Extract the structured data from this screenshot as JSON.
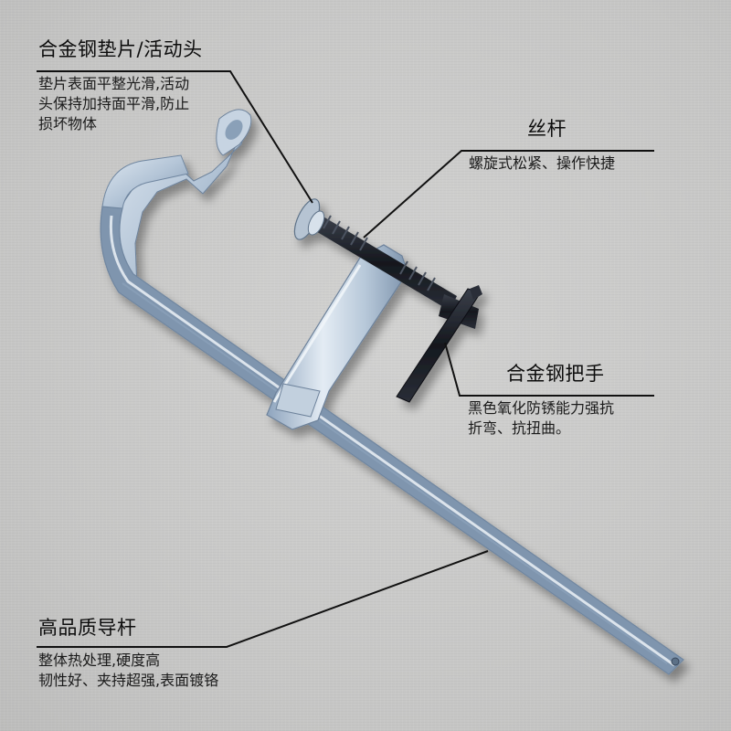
{
  "callouts": {
    "pad": {
      "title": "合金钢垫片/活动头",
      "lines": [
        "垫片表面平整光滑,活动",
        "头保持加持面平滑,防止",
        "损坏物体"
      ]
    },
    "screw": {
      "title": "丝杆",
      "lines": [
        "螺旋式松紧、操作快捷"
      ]
    },
    "handle": {
      "title": "合金钢把手",
      "lines": [
        "黑色氧化防锈能力强抗",
        "折弯、抗扭曲。"
      ]
    },
    "rail": {
      "title": "高品质导杆",
      "lines": [
        "整体热处理,硬度高",
        "韧性好、夹持超强,表面镀铬"
      ]
    }
  },
  "colors": {
    "background": "#c9c9c8",
    "leader_line": "#111111",
    "steel": "#a9bdd3",
    "steel_highlight": "#eef3f8",
    "steel_shadow": "#6f86a0",
    "black_oxide": "#1c1f26"
  }
}
